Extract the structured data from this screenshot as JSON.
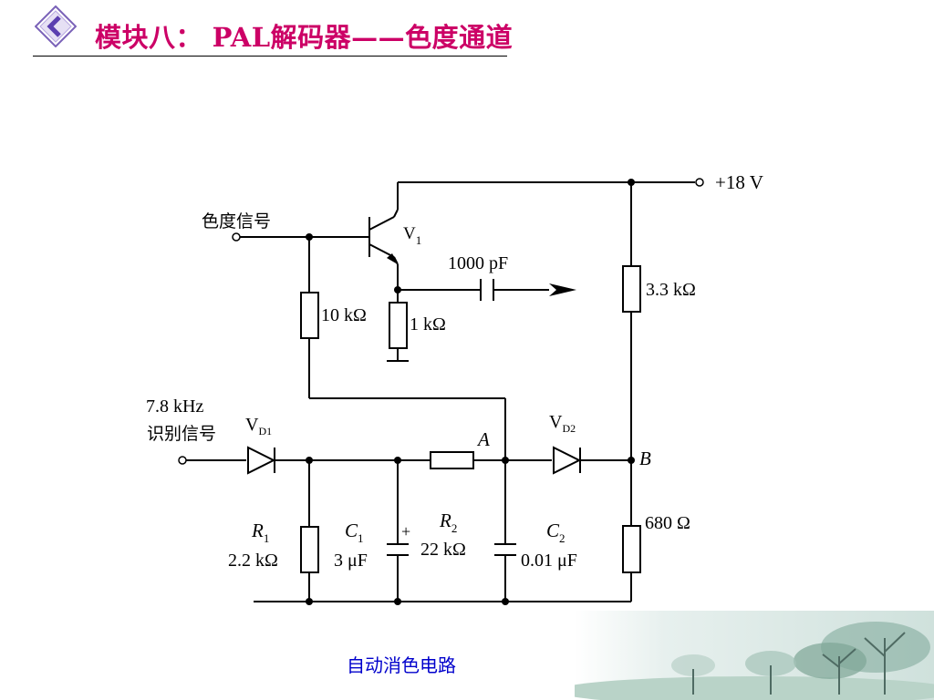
{
  "header": {
    "title": "模块八： PAL解码器——色度通道",
    "nav_icon": "chevron-left-icon"
  },
  "colors": {
    "title": "#cc0066",
    "caption": "#0000cc",
    "nav_icon": "#6a4fb0",
    "wire": "#000000"
  },
  "diagram": {
    "supply": "+18 V",
    "input_chroma": "色度信号",
    "input_id_freq": "7.8 kHz",
    "input_id_label": "识别信号",
    "transistor": "V",
    "transistor_sub": "1",
    "cap_out": "1000 pF",
    "r_base": "10 kΩ",
    "r_emitter": "1 kΩ",
    "r_top_right": "3.3 kΩ",
    "r_bottom_right": "680 Ω",
    "diode1": "V",
    "diode1_sub": "D1",
    "diode2": "V",
    "diode2_sub": "D2",
    "node_a": "A",
    "node_b": "B",
    "r1_name": "R",
    "r1_sub": "1",
    "r1_value": "2.2 kΩ",
    "c1_name": "C",
    "c1_sub": "1",
    "c1_value": "3 μF",
    "c1_polarity": "+",
    "r2_name": "R",
    "r2_sub": "2",
    "r2_value": "22 kΩ",
    "c2_name": "C",
    "c2_sub": "2",
    "c2_value": "0.01 μF"
  },
  "caption": "自动消色电路",
  "decoration": "tree-landscape-image"
}
